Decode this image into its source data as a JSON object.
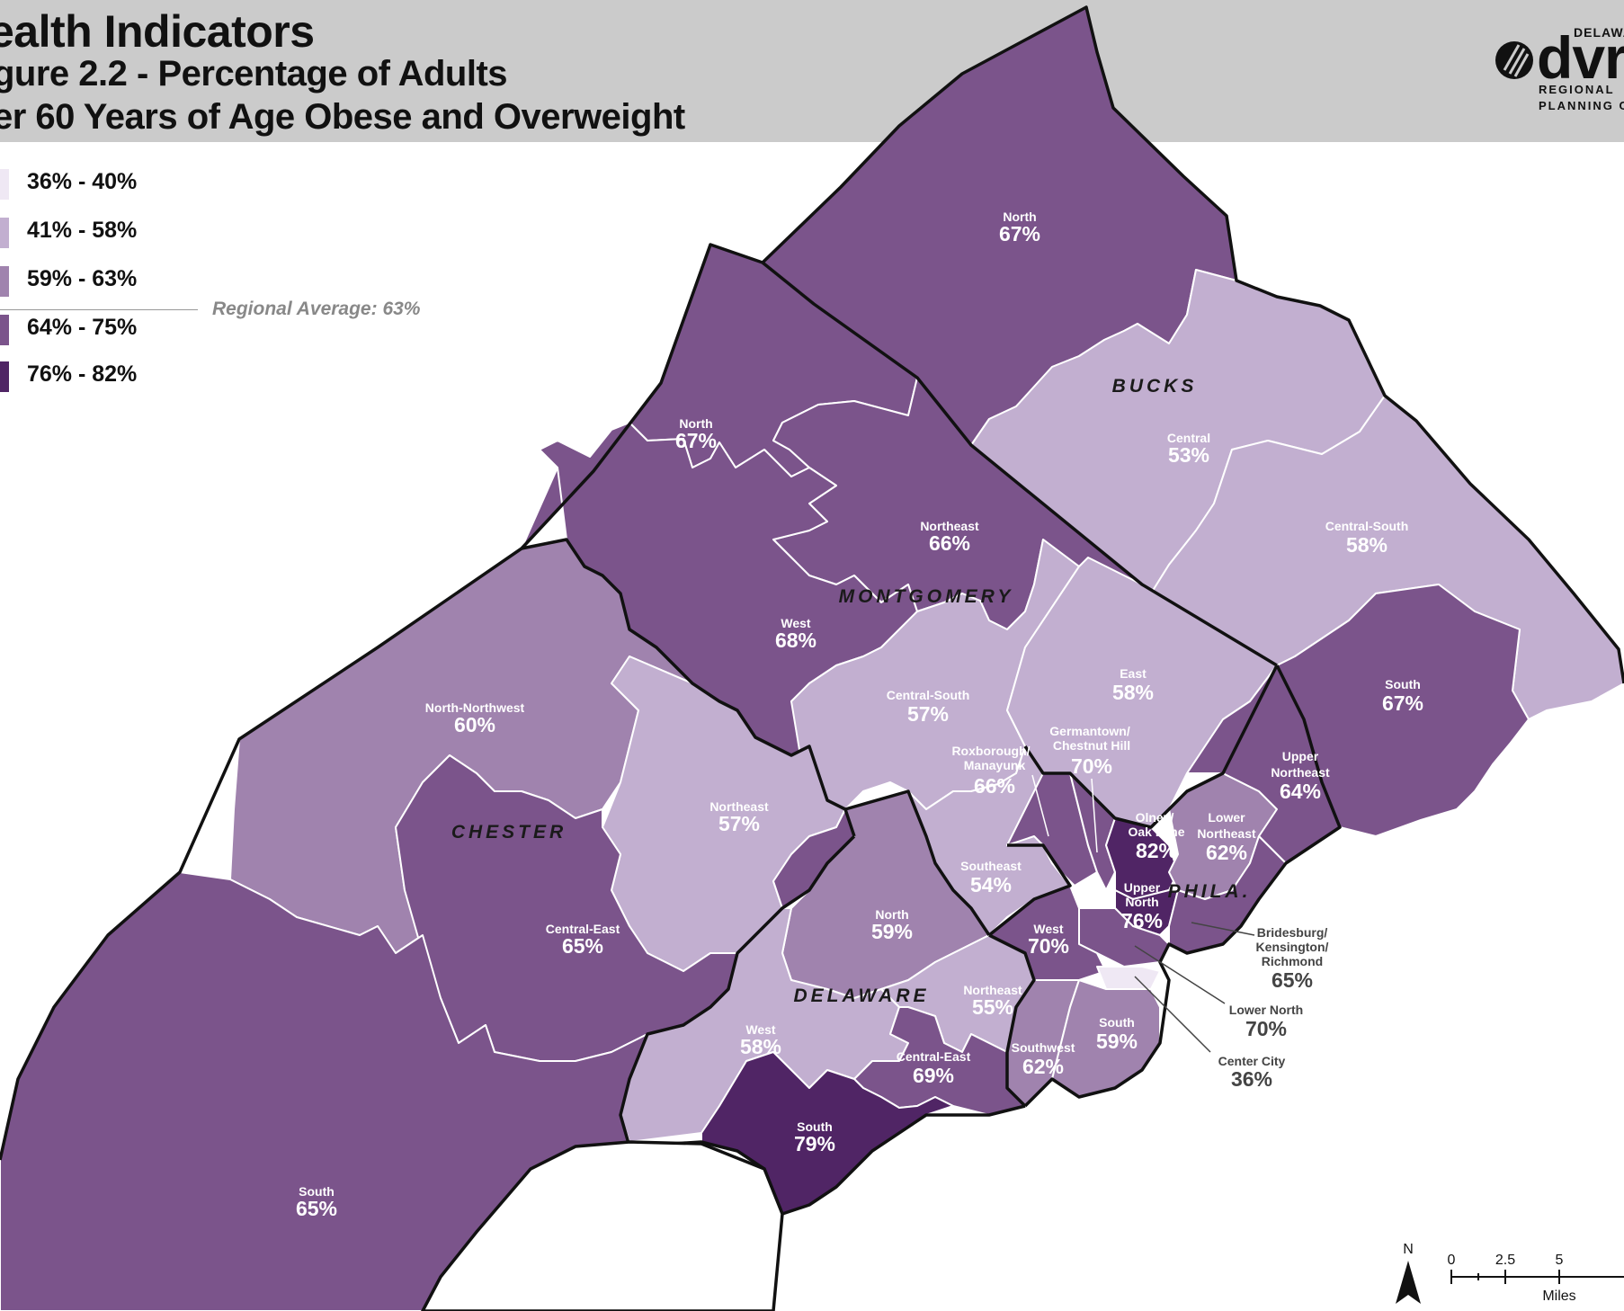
{
  "header": {
    "title": "ealth Indicators",
    "subtitle_line1": "gure 2.2 - Percentage of Adults",
    "subtitle_line2": "er 60 Years of Age Obese and Overweight"
  },
  "logo": {
    "top_text": "DELAWA",
    "wordmark": "dvr",
    "line1": "REGIONAL",
    "line2": "PLANNING CO"
  },
  "legend": {
    "items": [
      {
        "label": "36% - 40%",
        "color": "#efe8f4"
      },
      {
        "label": "41% - 58%",
        "color": "#c2afd0"
      },
      {
        "label": "59% - 63%",
        "color": "#a083ae"
      },
      {
        "label": "64% - 75%",
        "color": "#7b548b"
      },
      {
        "label": "76% - 82%",
        "color": "#502565"
      }
    ],
    "regional_average": "Regional Average: 63%"
  },
  "counties": {
    "bucks": "BUCKS",
    "montgomery": "MONTGOMERY",
    "chester": "CHESTER",
    "delaware": "DELAWARE",
    "phila": "PHILA."
  },
  "regions": {
    "bucks_north": {
      "name": "North",
      "value": "67%"
    },
    "bucks_central": {
      "name": "Central",
      "value": "53%"
    },
    "bucks_central_south": {
      "name": "Central-South",
      "value": "58%"
    },
    "bucks_south": {
      "name": "South",
      "value": "67%"
    },
    "mont_north": {
      "name": "North",
      "value": "67%"
    },
    "mont_northeast": {
      "name": "Northeast",
      "value": "66%"
    },
    "mont_west": {
      "name": "West",
      "value": "68%"
    },
    "mont_central_south": {
      "name": "Central-South",
      "value": "57%"
    },
    "mont_east": {
      "name": "East",
      "value": "58%"
    },
    "mont_southeast": {
      "name": "Southeast",
      "value": "54%"
    },
    "ches_nnw": {
      "name": "North-Northwest",
      "value": "60%"
    },
    "ches_northeast": {
      "name": "Northeast",
      "value": "57%"
    },
    "ches_central_east": {
      "name": "Central-East",
      "value": "65%"
    },
    "ches_south": {
      "name": "South",
      "value": "65%"
    },
    "del_north": {
      "name": "North",
      "value": "59%"
    },
    "del_west": {
      "name": "West",
      "value": "58%"
    },
    "del_northeast": {
      "name": "Northeast",
      "value": "55%"
    },
    "del_central_east": {
      "name": "Central-East",
      "value": "69%"
    },
    "del_south": {
      "name": "South",
      "value": "79%"
    },
    "phl_roxborough": {
      "name1": "Roxborough/",
      "name2": "Manayunk",
      "value": "66%"
    },
    "phl_germantown": {
      "name1": "Germantown/",
      "name2": "Chestnut Hill",
      "value": "70%"
    },
    "phl_olney": {
      "name1": "Olney/",
      "name2": "Oak Lane",
      "value": "82%"
    },
    "phl_lower_ne": {
      "name1": "Lower",
      "name2": "Northeast",
      "value": "62%"
    },
    "phl_upper_ne": {
      "name1": "Upper",
      "name2": "Northeast",
      "value": "64%"
    },
    "phl_upper_north": {
      "name1": "Upper",
      "name2": "North",
      "value": "76%"
    },
    "phl_west": {
      "name": "West",
      "value": "70%"
    },
    "phl_southwest": {
      "name": "Southwest",
      "value": "62%"
    },
    "phl_south": {
      "name": "South",
      "value": "59%"
    },
    "phl_bridesburg": {
      "name1": "Bridesburg/",
      "name2": "Kensington/",
      "name3": "Richmond",
      "value": "65%"
    },
    "phl_lower_north": {
      "name": "Lower North",
      "value": "70%"
    },
    "phl_center_city": {
      "name": "Center City",
      "value": "36%"
    }
  },
  "scale": {
    "north": "N",
    "t0": "0",
    "t1": "2.5",
    "t2": "5",
    "units": "Miles"
  }
}
